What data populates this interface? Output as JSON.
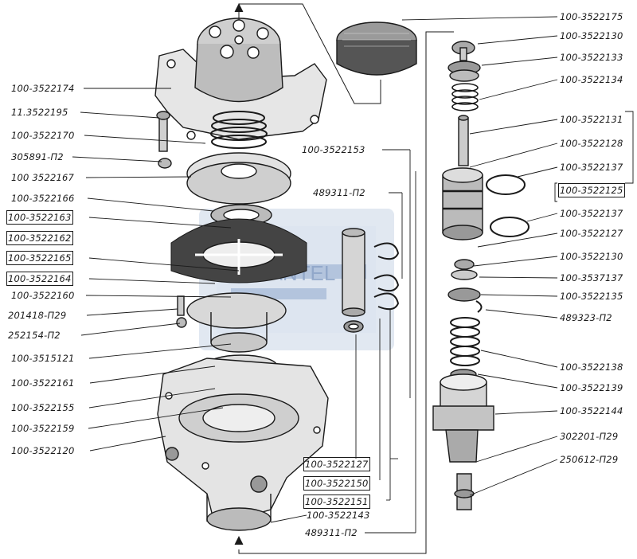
{
  "labels_left": [
    {
      "id": "l1",
      "text": "100-3522174"
    },
    {
      "id": "l2",
      "text": "11.3522195"
    },
    {
      "id": "l3",
      "text": "100-3522170"
    },
    {
      "id": "l4",
      "text": "305891-П2"
    },
    {
      "id": "l5",
      "text": "100 3522167"
    },
    {
      "id": "l6",
      "text": "100-3522166"
    },
    {
      "id": "l7",
      "text": "100-3522163",
      "boxed": true
    },
    {
      "id": "l8",
      "text": "100-3522162",
      "boxed": true
    },
    {
      "id": "l9",
      "text": "100-3522165",
      "boxed": true
    },
    {
      "id": "l10",
      "text": "100-3522164",
      "boxed": true
    },
    {
      "id": "l11",
      "text": "100-3522160"
    },
    {
      "id": "l12",
      "text": "201418-П29"
    },
    {
      "id": "l13",
      "text": "252154-П2"
    },
    {
      "id": "l14",
      "text": "100-3515121"
    },
    {
      "id": "l15",
      "text": "100-3522161"
    },
    {
      "id": "l16",
      "text": "100-3522155"
    },
    {
      "id": "l17",
      "text": "100-3522159"
    },
    {
      "id": "l18",
      "text": "100-3522120"
    }
  ],
  "labels_middle": [
    {
      "id": "m1",
      "text": "100-3522153"
    },
    {
      "id": "m2",
      "text": "489311-П2"
    },
    {
      "id": "m3",
      "text": "100-3522127",
      "boxed": true
    },
    {
      "id": "m4",
      "text": "100-3522150",
      "boxed": true
    },
    {
      "id": "m5",
      "text": "100-3522151",
      "boxed": true
    },
    {
      "id": "m6",
      "text": "100-3522143"
    },
    {
      "id": "m7",
      "text": "489311-П2"
    }
  ],
  "labels_right": [
    {
      "id": "r1",
      "text": "100-3522175"
    },
    {
      "id": "r2",
      "text": "100-3522130"
    },
    {
      "id": "r3",
      "text": "100-3522133"
    },
    {
      "id": "r4",
      "text": "100-3522134"
    },
    {
      "id": "r5",
      "text": "100-3522131"
    },
    {
      "id": "r6",
      "text": "100-3522128"
    },
    {
      "id": "r7",
      "text": "100-3522137"
    },
    {
      "id": "r8",
      "text": "100-3522125",
      "boxed": true
    },
    {
      "id": "r9",
      "text": "100-3522137"
    },
    {
      "id": "r10",
      "text": "100-3522127"
    },
    {
      "id": "r11",
      "text": "100-3522130"
    },
    {
      "id": "r12",
      "text": "100-3537137"
    },
    {
      "id": "r13",
      "text": "100-3522135"
    },
    {
      "id": "r14",
      "text": "489323-П2"
    },
    {
      "id": "r15",
      "text": "100-3522138"
    },
    {
      "id": "r16",
      "text": "100-3522139"
    },
    {
      "id": "r17",
      "text": "100-3522144"
    },
    {
      "id": "r18",
      "text": "302201-П29"
    },
    {
      "id": "r19",
      "text": "250612-П29"
    }
  ],
  "watermark": {
    "text": "CANTEL",
    "color": "#9fb4d3"
  },
  "colors": {
    "ink": "#1a1a1a",
    "shade": "#555555",
    "watermark": "#b9c8de"
  }
}
